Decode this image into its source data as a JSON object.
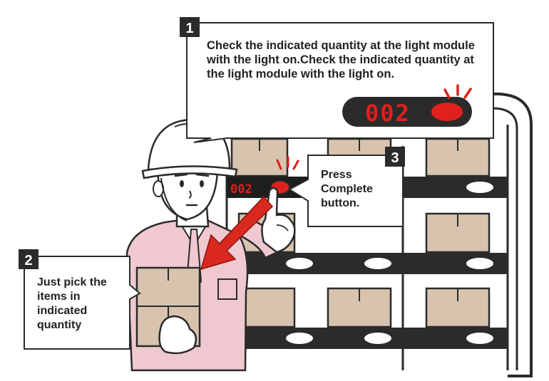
{
  "steps": [
    {
      "number": "1",
      "text": "Check the indicated quantity at the light module with the light on.Check the indicated quantity at the light module with the light on."
    },
    {
      "number": "2",
      "text": "Just pick the items in indicated quantity"
    },
    {
      "number": "3",
      "text": "Press Complete button."
    }
  ],
  "light_module": {
    "display_value": "002"
  },
  "colors": {
    "led_red": "#e0201c",
    "box": "#d8c4ae",
    "shirt": "#efc9cf",
    "arrow": "#d9291f",
    "shelf": "#2b2b2b"
  }
}
